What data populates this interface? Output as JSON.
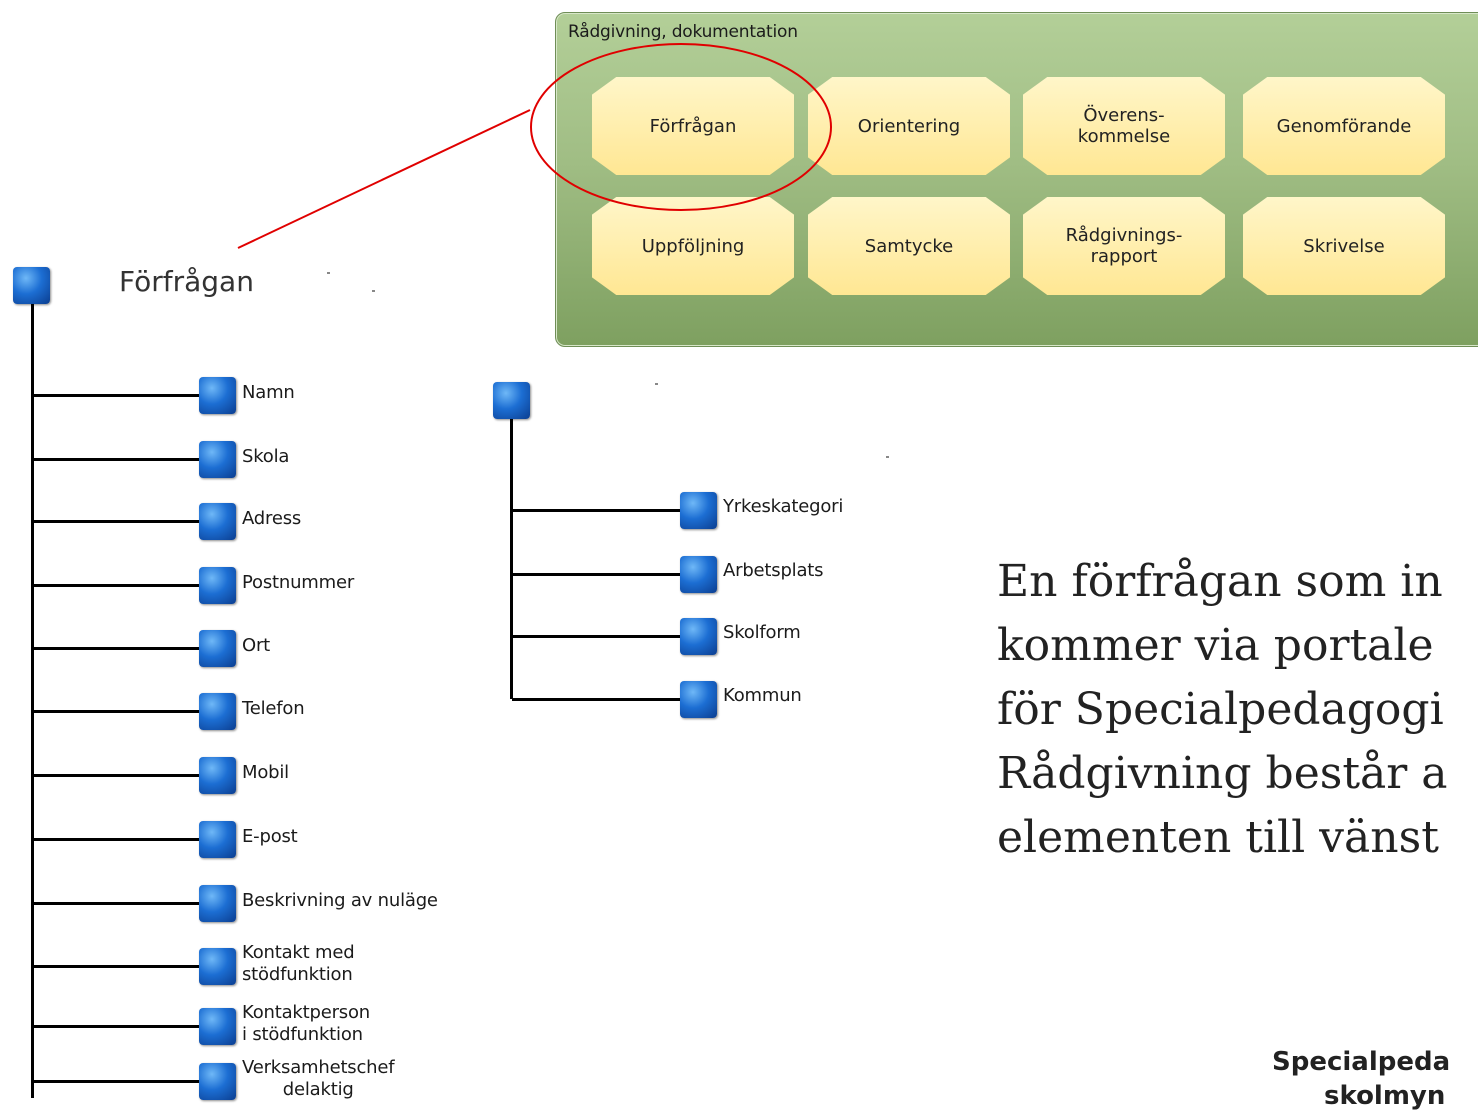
{
  "panel": {
    "title": "Rådgivning, dokumentation",
    "row1": [
      "Förfrågan",
      "Orientering",
      "Överens-\nkommelse",
      "Genomförande"
    ],
    "row2": [
      "Uppföljning",
      "Samtycke",
      "Rådgivnings-\nrapport",
      "Skrivelse"
    ]
  },
  "tree_main": {
    "root_label": "Förfrågan",
    "children": [
      "Namn",
      "Skola",
      "Adress",
      "Postnummer",
      "Ort",
      "Telefon",
      "Mobil",
      "E-post",
      "Beskrivning av nuläge",
      "Kontakt med\nstödfunktion",
      "Kontaktperson\ni stödfunktion",
      "Verksamhetschef\ndelaktig"
    ]
  },
  "tree_second": {
    "children": [
      "Yrkeskategori",
      "Arbetsplats",
      "Skolform",
      "Kommun"
    ]
  },
  "body_text": {
    "line1": "En förfrågan som in",
    "line2": "kommer via portale",
    "line3": "för Specialpedagogi",
    "line4": "Rådgivning består a",
    "line5": "elementen till vänst"
  },
  "footer": {
    "line1": "Specialpeda",
    "line2": "skolmyn"
  },
  "colors": {
    "panel": "#a0bd84",
    "box": "#ffe793",
    "node": "#1c6ed3",
    "callout": "#e00000"
  }
}
